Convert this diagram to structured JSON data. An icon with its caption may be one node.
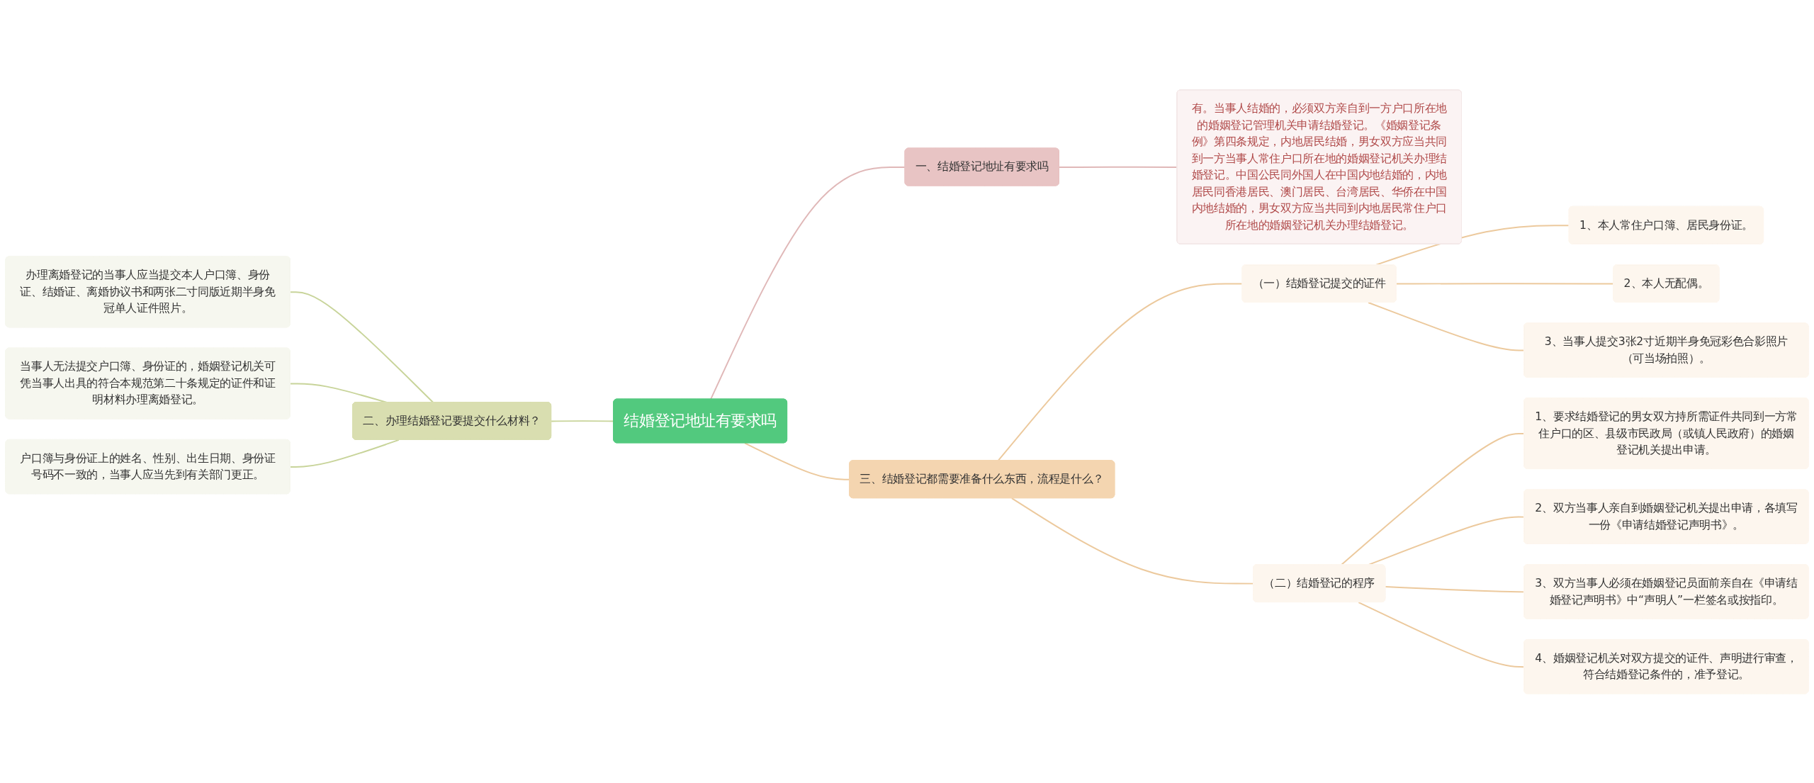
{
  "diagram": {
    "nodes": [
      {
        "text": [
          "结婚登记地址有要求吗"
        ]
      },
      {
        "text": [
          "一、结婚登记地址有要求吗"
        ]
      },
      {
        "text": [
          "有。当事人结婚的，必须双方亲自到一方户口所在地的婚姻登记管理机关申请结婚登记。《婚姻登记条例》第四条规定，内地居民结婚，男女双方应当共同到一方当事人常住户口所在地的婚姻登记机关办理结婚登记。中国公民同外国人在中国内地结婚的，内地居民同香港居民、澳门居民、台湾居民、华侨在中国内地结婚的，男女双方应当共同到内地居民常住户口所在地的婚姻登记机关办理结婚登记。"
        ]
      },
      {
        "text": [
          "二、办理结婚登记要提交什么材料？"
        ]
      },
      {
        "text": [
          "办理离婚登记的当事人应当提交本人户口簿、身份证、结婚证、离婚协议书和两张二寸同版近期半身免冠单人证件照片。"
        ]
      },
      {
        "text": [
          "当事人无法提交户口簿、身份证的，婚姻登记机关可凭当事人出具的符合本规范第二十条规定的证件和证明材料办理离婚登记。"
        ]
      },
      {
        "text": [
          "户口簿与身份证上的姓名、性别、出生日期、身份证号码不一致的，当事人应当先到有关部门更正。"
        ]
      },
      {
        "text": [
          "三、结婚登记都需要准备什么东西，流程是什么？"
        ]
      },
      {
        "text": [
          "（一）结婚登记提交的证件"
        ]
      },
      {
        "text": [
          "1、本人常住户口簿、居民身份证。"
        ]
      },
      {
        "text": [
          "2、本人无配偶。"
        ]
      },
      {
        "text": [
          "3、当事人提交3张2寸近期半身免冠彩色合影照片（可当场拍照）。"
        ]
      },
      {
        "text": [
          "（二）结婚登记的程序"
        ]
      },
      {
        "text": [
          "1、要求结婚登记的男女双方持所需证件共同到一方常住户口的区、县级市民政局（或镇人民政府）的婚姻登记机关提出申请。"
        ]
      },
      {
        "text": [
          "2、双方当事人亲自到婚姻登记机关提出申请，各填写一份《申请结婚登记声明书》。"
        ]
      },
      {
        "text": [
          "3、双方当事人必须在婚姻登记员面前亲自在《申请结婚登记声明书》中“声明人”一栏签名或按指印。"
        ]
      },
      {
        "text": [
          "4、婚姻登记机关对双方提交的证件、声明进行审查，符合结婚登记条件的，准予登记。"
        ]
      }
    ],
    "edges": [
      {
        "from": 0,
        "to": 1,
        "arrow": "none",
        "color": "#e0b8b8"
      },
      {
        "from": 1,
        "to": 2,
        "arrow": "none",
        "color": "#e0b8b8"
      },
      {
        "from": 0,
        "to": 3,
        "arrow": "none",
        "color": "#c8d49a"
      },
      {
        "from": 3,
        "to": 4,
        "arrow": "none",
        "color": "#c8d49a"
      },
      {
        "from": 3,
        "to": 5,
        "arrow": "none",
        "color": "#c8d49a"
      },
      {
        "from": 3,
        "to": 6,
        "arrow": "none",
        "color": "#c8d49a"
      },
      {
        "from": 0,
        "to": 7,
        "arrow": "none"
      },
      {
        "from": 7,
        "to": 8,
        "arrow": "none"
      },
      {
        "from": 8,
        "to": 9,
        "arrow": "none"
      },
      {
        "from": 8,
        "to": 10,
        "arrow": "none"
      },
      {
        "from": 8,
        "to": 11,
        "arrow": "none"
      },
      {
        "from": 7,
        "to": 12,
        "arrow": "none"
      },
      {
        "from": 12,
        "to": 13,
        "arrow": "none"
      },
      {
        "from": 12,
        "to": 14,
        "arrow": "none"
      },
      {
        "from": 12,
        "to": 15,
        "arrow": "none"
      },
      {
        "from": 12,
        "to": 16,
        "arrow": "none"
      }
    ]
  }
}
